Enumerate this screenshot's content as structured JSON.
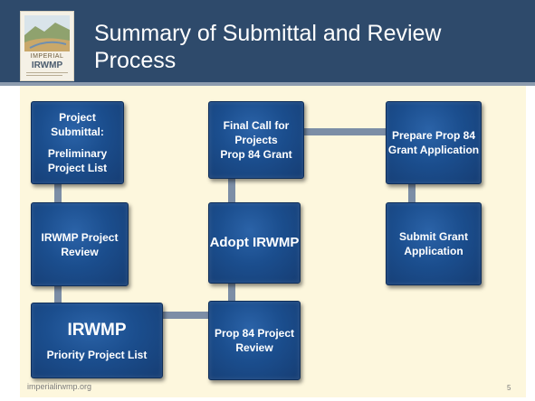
{
  "slide": {
    "title": "Summary of Submittal and Review Process",
    "logo": {
      "line1": "IMPERIAL",
      "line2": "IRWMP"
    },
    "footer_url": "imperialirwmp.org",
    "page_number": "5"
  },
  "flow": {
    "project_submittal": {
      "line1": "Project Submittal:",
      "line2": "Preliminary Project List"
    },
    "irwmp_project_review": {
      "text": "IRWMP Project Review"
    },
    "irwmp_priority": {
      "line1": "IRWMP",
      "line2": "Priority Project List"
    },
    "prop84_project_review": {
      "text": "Prop 84 Project Review"
    },
    "adopt_irwmp": {
      "text": "Adopt  IRWMP"
    },
    "final_call": {
      "line1": "Final Call for Projects",
      "line2": "Prop 84 Grant"
    },
    "prepare_application": {
      "text": "Prepare  Prop 84 Grant Application"
    },
    "submit_application": {
      "text": "Submit Grant Application"
    }
  },
  "colors": {
    "header": "#2e4a6b",
    "content_background": "#fdf7dd",
    "box": "#1b4e8e",
    "connector": "#7c8ea6"
  }
}
